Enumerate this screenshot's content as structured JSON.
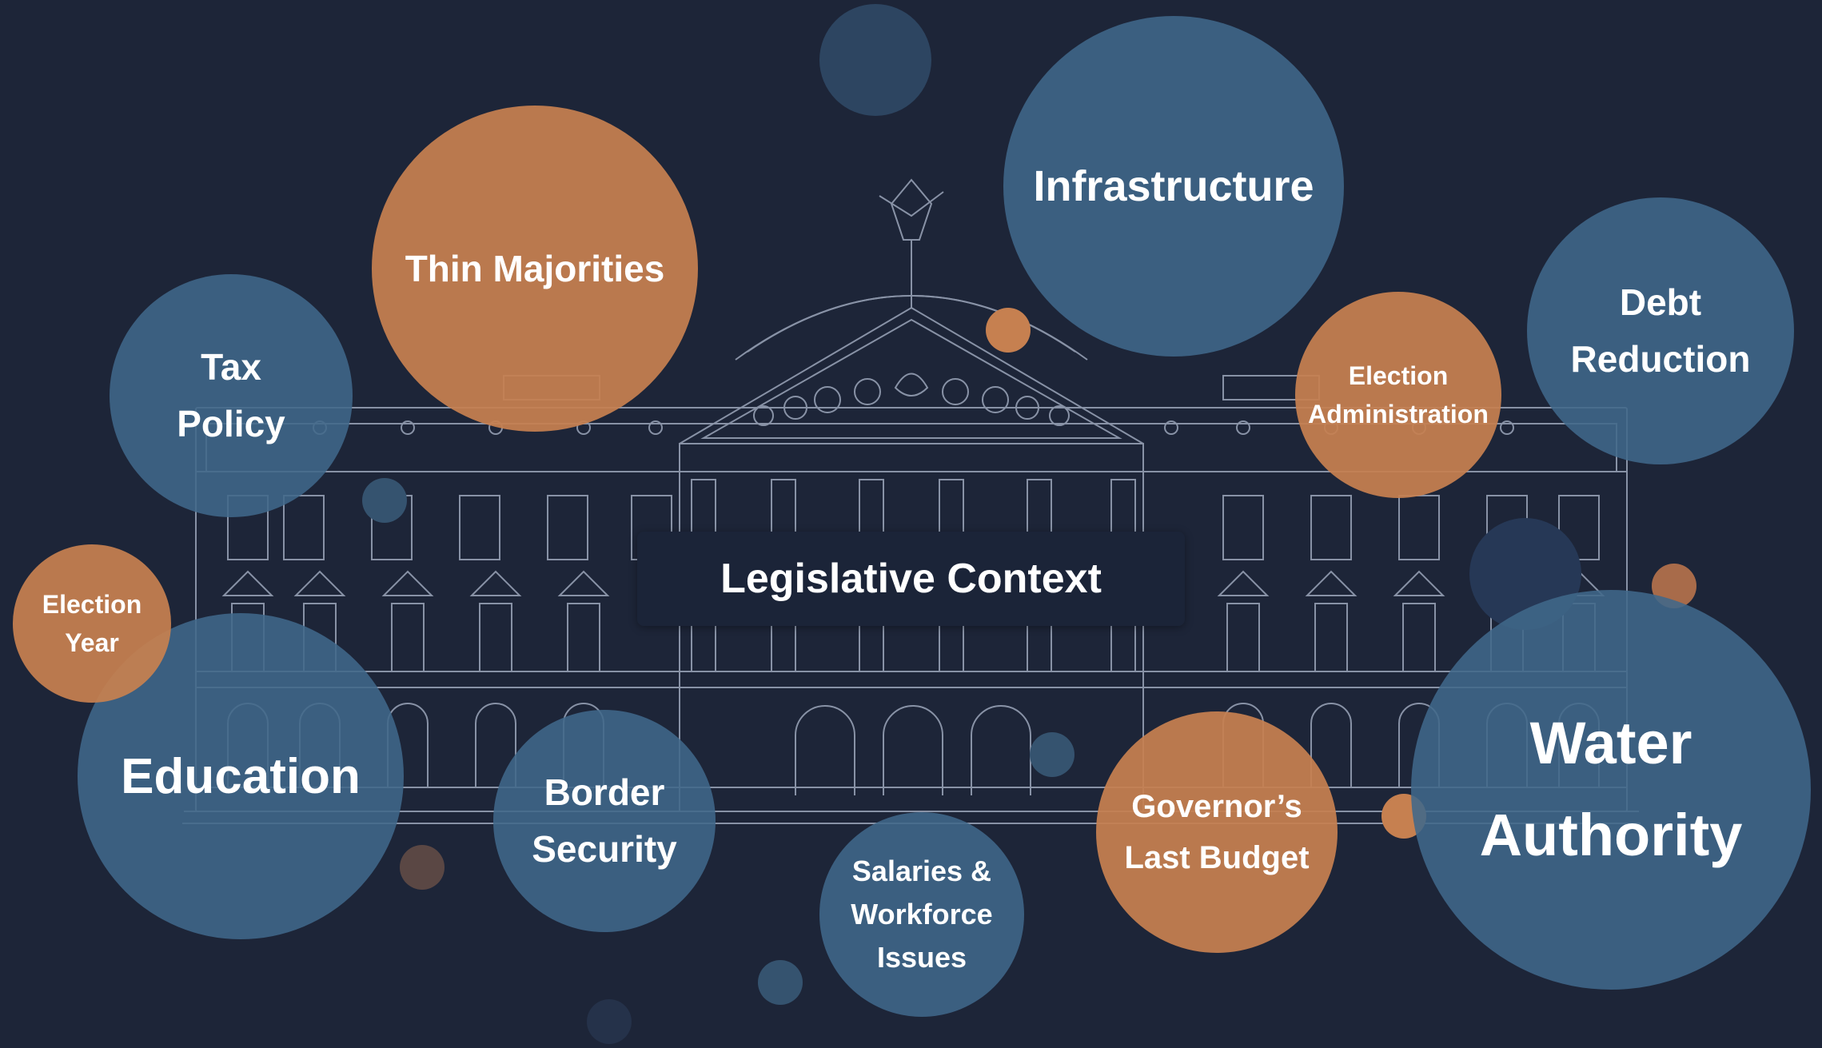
{
  "center": {
    "label": "Legislative Context"
  },
  "colors": {
    "background": "#1d2538",
    "blue": "#40688a",
    "orange": "#c68050",
    "outline": "#8892a6"
  },
  "topics": {
    "thin_majorities": "Thin Majorities",
    "infrastructure": "Infrastructure",
    "tax_policy": "Tax\nPolicy",
    "debt_reduction": "Debt\nReduction",
    "election_administration": "Election\nAdministration",
    "election_year": "Election\nYear",
    "education": "Education",
    "border_security": "Border\nSecurity",
    "salaries_workforce": "Salaries &\nWorkforce\nIssues",
    "governors_last_budget": "Governor’s\nLast Budget",
    "water_authority": "Water\nAuthority"
  }
}
